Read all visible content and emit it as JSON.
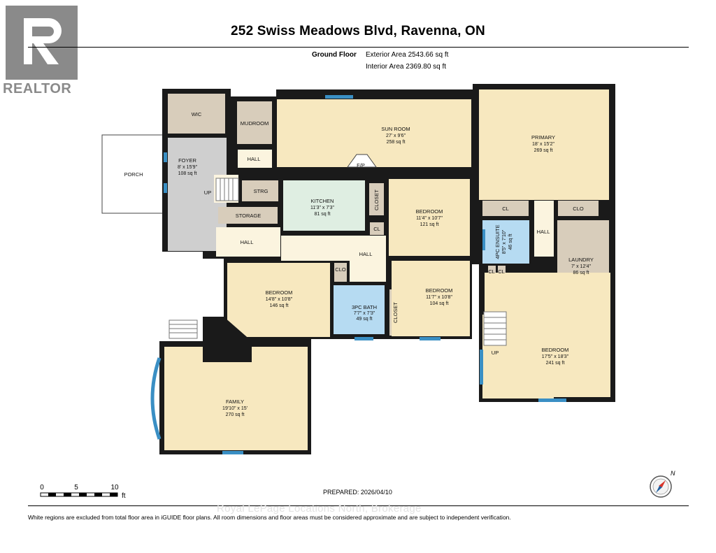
{
  "header": {
    "title": "252 Swiss Meadows Blvd, Ravenna, ON",
    "floor_label": "Ground Floor",
    "exterior_area": "Exterior Area 2543.66 sq ft",
    "interior_area": "Interior Area 2369.80 sq ft"
  },
  "logo": {
    "text": "REALTOR",
    "icon": "realtor-r-logo"
  },
  "rooms": {
    "wic": {
      "name": "WIC"
    },
    "mudroom": {
      "name": "MUDROOM"
    },
    "sunroom": {
      "name": "SUN ROOM",
      "dims": "27' x 9'6\"",
      "area": "258 sq ft"
    },
    "primary": {
      "name": "PRIMARY",
      "dims": "18' x 15'2\"",
      "area": "269 sq ft"
    },
    "foyer": {
      "name": "FOYER",
      "dims": "8' x 15'9\"",
      "area": "108 sq ft"
    },
    "porch": {
      "name": "PORCH"
    },
    "hall_top": {
      "name": "HALL"
    },
    "fp": {
      "name": "F/P"
    },
    "up1": {
      "name": "UP"
    },
    "strg": {
      "name": "STRG"
    },
    "kitchen": {
      "name": "KITCHEN",
      "dims": "11'3\" x 7'3\"",
      "area": "81 sq ft"
    },
    "closet_kitchen": {
      "name": "CLOSET"
    },
    "bedroom_mid": {
      "name": "BEDROOM",
      "dims": "11'4\" x 10'7\"",
      "area": "121 sq ft"
    },
    "cl_primary": {
      "name": "CL"
    },
    "clo_primary": {
      "name": "CLO"
    },
    "storage": {
      "name": "STORAGE"
    },
    "cl_small": {
      "name": "CL"
    },
    "hall_left": {
      "name": "HALL"
    },
    "hall_center": {
      "name": "HALL"
    },
    "ensuite": {
      "name": "4PC ENSUITE",
      "dims": "8'5\" x 7'10\"",
      "area": "46 sq ft"
    },
    "hall_right": {
      "name": "HALL"
    },
    "laundry": {
      "name": "LAUNDRY",
      "dims": "7' x 12'4\"",
      "area": "86 sq ft"
    },
    "cl_a": {
      "name": "CL"
    },
    "cl_b": {
      "name": "CL"
    },
    "bedroom_left": {
      "name": "BEDROOM",
      "dims": "14'8\" x 10'8\"",
      "area": "146 sq ft"
    },
    "clo_left": {
      "name": "CLO"
    },
    "bath": {
      "name": "3PC BATH",
      "dims": "7'7\" x 7'3\"",
      "area": "49 sq ft"
    },
    "closet_bath": {
      "name": "CLOSET"
    },
    "bedroom_center": {
      "name": "BEDROOM",
      "dims": "11'7\" x 10'8\"",
      "area": "104 sq ft"
    },
    "up2": {
      "name": "UP"
    },
    "bedroom_right": {
      "name": "BEDROOM",
      "dims": "17'5\" x 18'3\"",
      "area": "241 sq ft"
    },
    "family": {
      "name": "FAMILY",
      "dims": "19'10\" x 15'",
      "area": "270 sq ft"
    }
  },
  "colors": {
    "wall": "#1a1a1a",
    "bedroom": "#f7e8bf",
    "bath": "#b6dbf2",
    "kitchen": "#dfeee2",
    "storage": "#d8cdbb",
    "hall": "#fbf4df",
    "foyer": "#cfcfcf",
    "window": "#3a8fc4"
  },
  "scale": {
    "labels": [
      "0",
      "5",
      "10"
    ],
    "unit": "ft"
  },
  "prepared": "PREPARED: 2026/04/10",
  "watermark": "Royal LePage Locations North, Brokerage",
  "disclaimer": "White regions are excluded from total floor area in iGUIDE floor plans. All room dimensions and floor areas must be considered approximate and are subject to independent verification.",
  "compass": {
    "label": "N",
    "icon": "compass-icon"
  }
}
